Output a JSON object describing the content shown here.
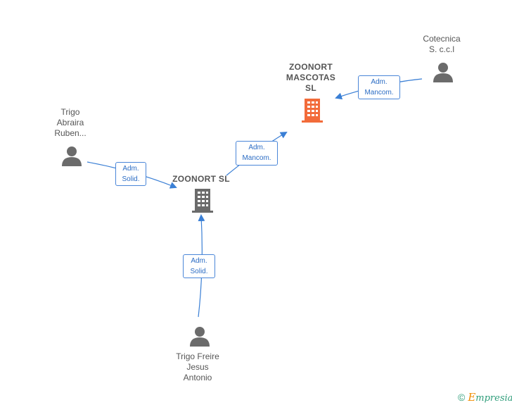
{
  "nodes": {
    "zoonort_mascotas": {
      "lines": [
        "ZOONORT",
        "MASCOTAS",
        "SL"
      ],
      "type": "company",
      "highlight": true,
      "color": "#f26b3a"
    },
    "zoonort_sl": {
      "lines": [
        "ZOONORT SL"
      ],
      "type": "company",
      "color": "#6b6b6b"
    },
    "cotecnica": {
      "lines": [
        "Cotecnica",
        "S. c.c.l"
      ],
      "type": "person",
      "color": "#6b6b6b"
    },
    "trigo_abraira": {
      "lines": [
        "Trigo",
        "Abraira",
        "Ruben..."
      ],
      "type": "person",
      "color": "#6b6b6b"
    },
    "trigo_freire": {
      "lines": [
        "Trigo Freire",
        "Jesus",
        "Antonio"
      ],
      "type": "person",
      "color": "#6b6b6b"
    }
  },
  "edges": {
    "cotecnica_to_mascotas": {
      "lines": [
        "Adm.",
        "Mancom."
      ]
    },
    "zoonort_to_mascotas": {
      "lines": [
        "Adm.",
        "Mancom."
      ]
    },
    "abraira_to_zoonort": {
      "lines": [
        "Adm.",
        "Solid."
      ]
    },
    "freire_to_zoonort": {
      "lines": [
        "Adm.",
        "Solid."
      ]
    }
  },
  "colors": {
    "edge": "#3a7fd5",
    "label_text": "#555555"
  },
  "footer": {
    "copyright_symbol": "©",
    "brand_initial": "E",
    "brand_rest": "mpresia"
  }
}
